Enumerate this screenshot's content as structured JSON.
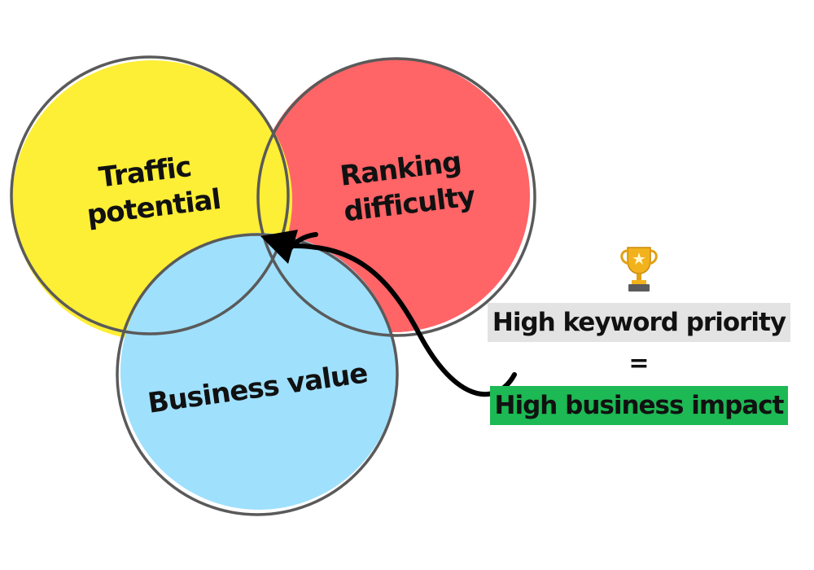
{
  "circles": {
    "traffic": {
      "label_lines": [
        "Traffic",
        "potential"
      ],
      "fill": "#fdee36"
    },
    "ranking": {
      "label_lines": [
        "Ranking",
        "difficulty"
      ],
      "fill": "#ff6467"
    },
    "business": {
      "label_lines": [
        "Business value"
      ],
      "fill": "#9fe0fd"
    },
    "outline_color": "#5a5a5a"
  },
  "callout": {
    "icon": "trophy-icon",
    "priority_text": "High keyword priority",
    "equals_text": "=",
    "impact_text": "High business impact",
    "priority_bg": "#e3e3e3",
    "impact_bg": "#1db954"
  }
}
